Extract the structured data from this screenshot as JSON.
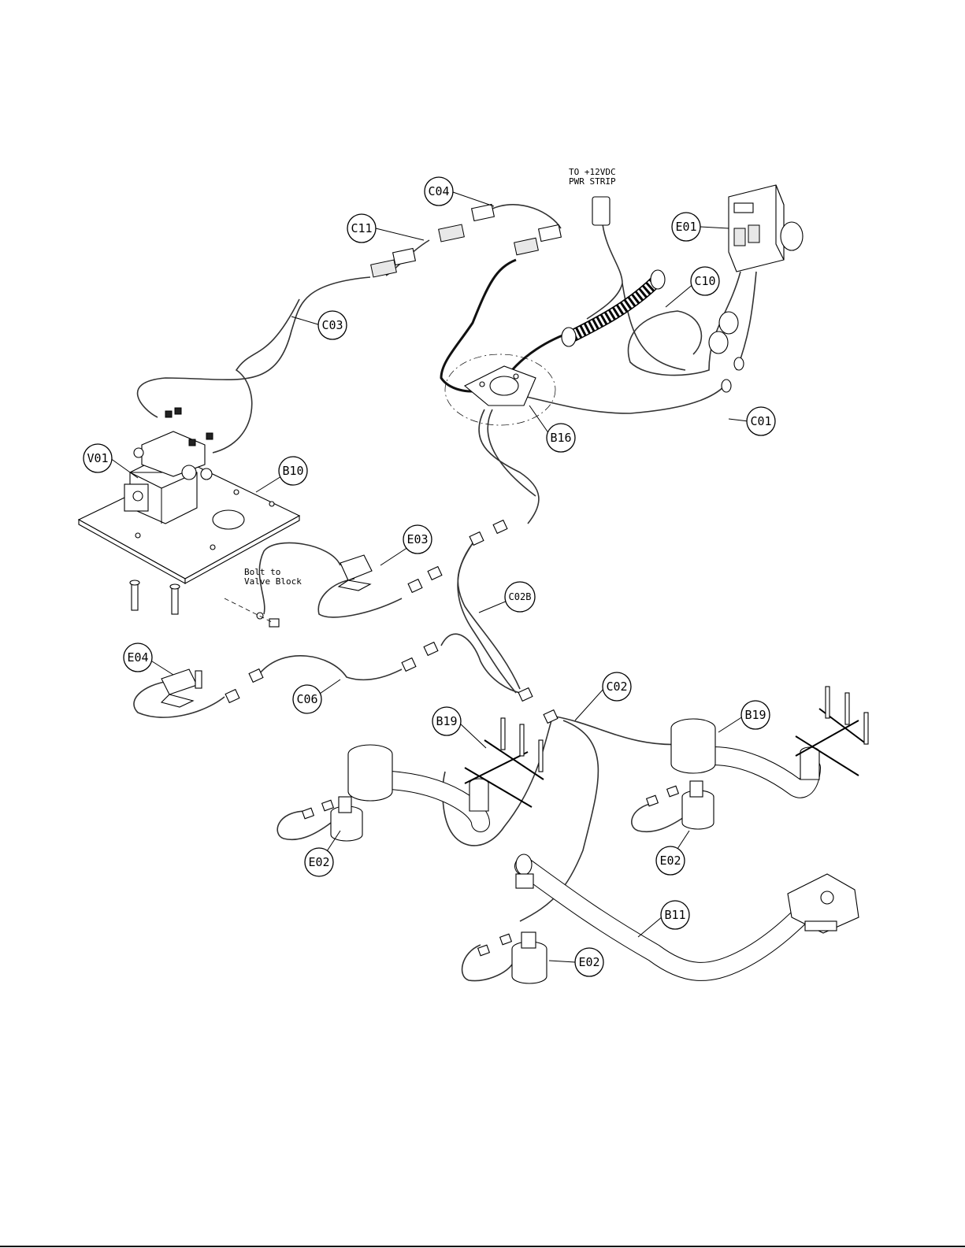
{
  "callouts": [
    {
      "id": "c04",
      "label": "C04"
    },
    {
      "id": "c11",
      "label": "C11"
    },
    {
      "id": "c03",
      "label": "C03"
    },
    {
      "id": "e01",
      "label": "E01"
    },
    {
      "id": "c10",
      "label": "C10"
    },
    {
      "id": "c01",
      "label": "C01"
    },
    {
      "id": "b16",
      "label": "B16"
    },
    {
      "id": "v01",
      "label": "V01"
    },
    {
      "id": "b10",
      "label": "B10"
    },
    {
      "id": "e03",
      "label": "E03"
    },
    {
      "id": "c02b",
      "label": "C02B"
    },
    {
      "id": "e04",
      "label": "E04"
    },
    {
      "id": "c06",
      "label": "C06"
    },
    {
      "id": "c02",
      "label": "C02"
    },
    {
      "id": "b19a",
      "label": "B19"
    },
    {
      "id": "b19b",
      "label": "B19"
    },
    {
      "id": "e02a",
      "label": "E02"
    },
    {
      "id": "e02b",
      "label": "E02"
    },
    {
      "id": "b11",
      "label": "B11"
    },
    {
      "id": "e02c",
      "label": "E02"
    }
  ],
  "notes": {
    "power_line1": "TO +12VDC",
    "power_line2": "PWR STRIP",
    "bolt_line1": "Bolt to",
    "bolt_line2": "Valve Block"
  }
}
